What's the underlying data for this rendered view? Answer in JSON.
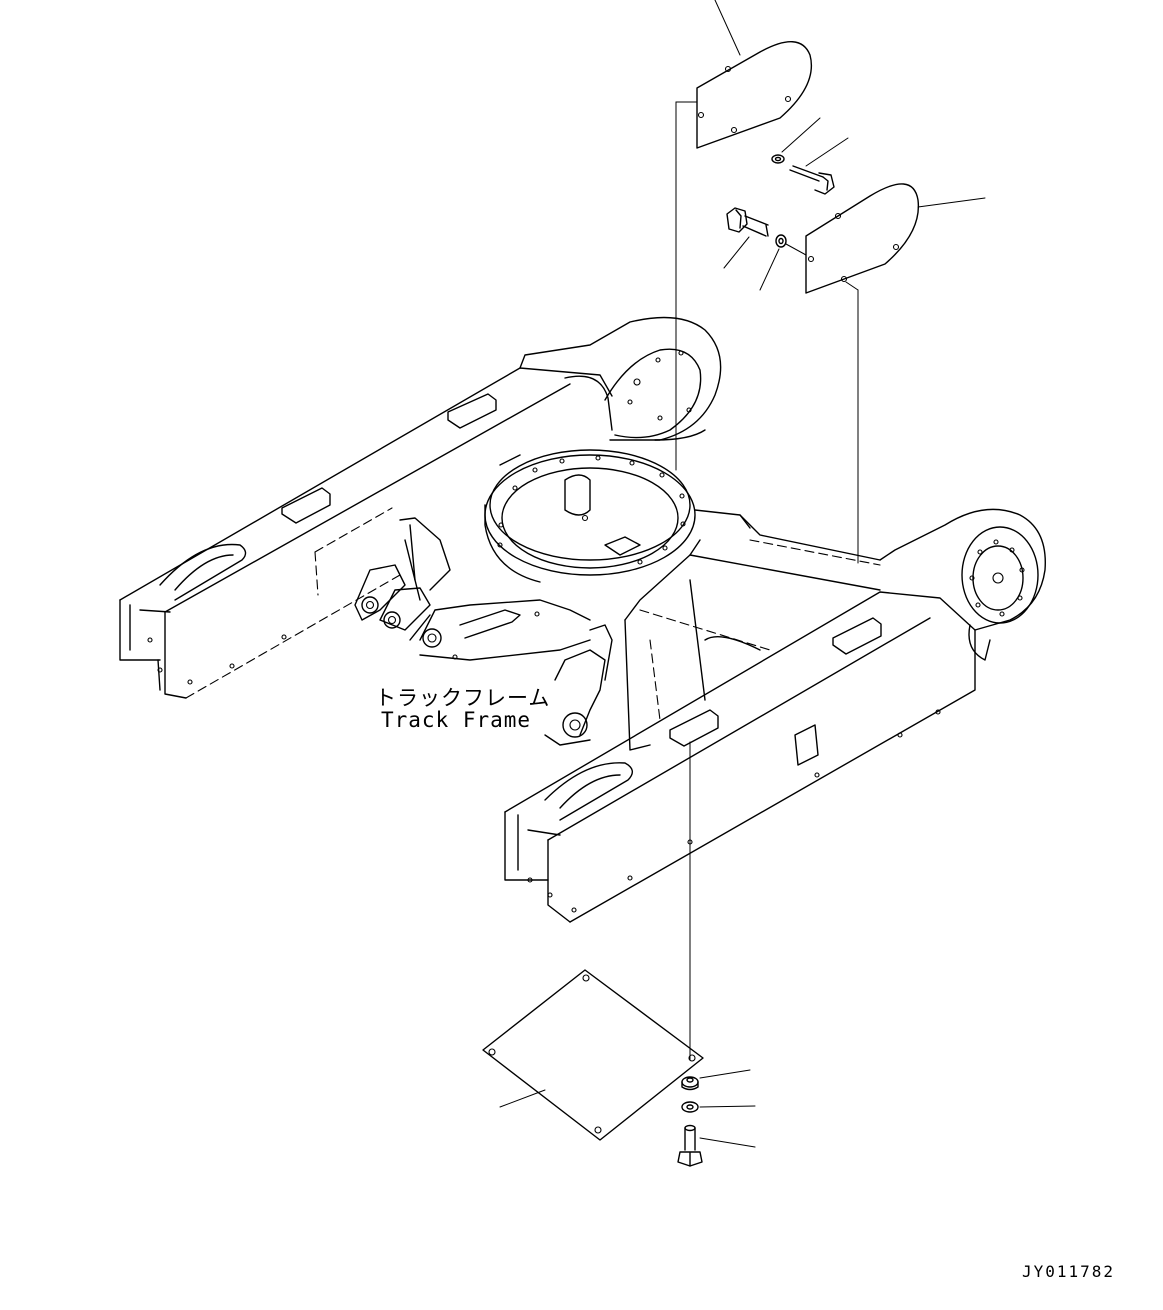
{
  "labels": {
    "part_name_jp": "トラックフレーム",
    "part_name_en": "Track Frame",
    "drawing_code": "JY011782"
  }
}
